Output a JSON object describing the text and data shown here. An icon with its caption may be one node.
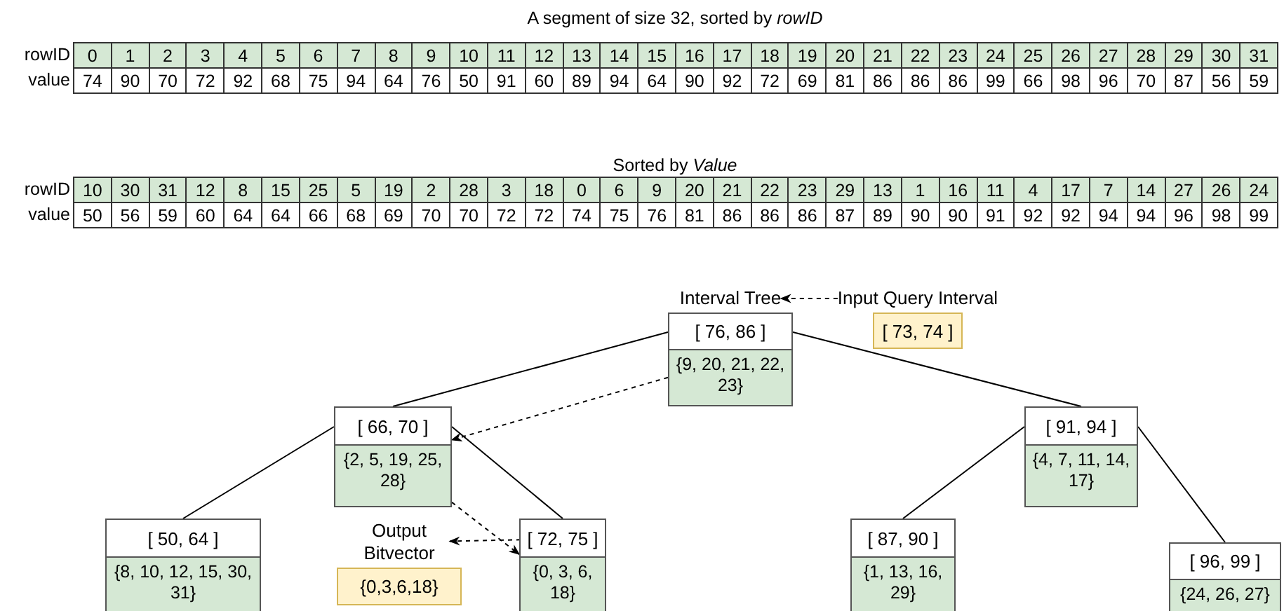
{
  "diagram": {
    "nodes": [
      {
        "text": [
          "Interval Tree",
          "[ 76, 86 ]",
          "{9, 20, 21, 22, 23}"
        ]
      },
      {
        "text": [
          "Input Query Interval",
          "[ 73, 74 ]"
        ]
      },
      {
        "text": [
          "[ 66, 70 ]",
          "{2, 5, 19, 25, 28}"
        ]
      },
      {
        "text": [
          "[ 91, 94 ]",
          "{4, 7, 11, 14, 17}"
        ]
      },
      {
        "text": [
          "[ 50, 64 ]",
          "{8, 10, 12, 15, 30, 31}"
        ]
      },
      {
        "text": [
          "Output Bitvector",
          "{0,3,6,18}"
        ]
      },
      {
        "text": [
          "[ 72, 75 ]",
          "{0, 3, 6, 18}"
        ]
      },
      {
        "text": [
          "[ 87, 90 ]",
          "{1, 13, 16, 29}"
        ]
      },
      {
        "text": [
          "[ 96, 99 ]",
          "{24, 26, 27}"
        ]
      }
    ],
    "edges": [
      {
        "from": 0,
        "to": 2,
        "arrow": "none"
      },
      {
        "from": 0,
        "to": 3,
        "arrow": "none"
      },
      {
        "from": 2,
        "to": 4,
        "arrow": "none"
      },
      {
        "from": 2,
        "to": 6,
        "arrow": "none"
      },
      {
        "from": 3,
        "to": 7,
        "arrow": "none"
      },
      {
        "from": 3,
        "to": 8,
        "arrow": "none"
      },
      {
        "from": 1,
        "to": 0,
        "arrow": "to",
        "style": "dashed"
      },
      {
        "from": 0,
        "to": 2,
        "arrow": "to",
        "style": "dashed"
      },
      {
        "from": 2,
        "to": 6,
        "arrow": "to",
        "style": "dashed"
      },
      {
        "from": 6,
        "to": 5,
        "arrow": "to",
        "style": "dashed"
      }
    ],
    "labels": [
      "A segment of size 32, sorted by *rowID*",
      "rowID",
      "0",
      "1",
      "2",
      "3",
      "4",
      "5",
      "6",
      "7",
      "8",
      "9",
      "10",
      "11",
      "12",
      "13",
      "14",
      "15",
      "16",
      "17",
      "18",
      "19",
      "20",
      "21",
      "22",
      "23",
      "24",
      "25",
      "26",
      "27",
      "28",
      "29",
      "30",
      "31",
      "value",
      "74",
      "90",
      "70",
      "72",
      "92",
      "68",
      "75",
      "94",
      "64",
      "76",
      "50",
      "91",
      "60",
      "89",
      "94",
      "64",
      "90",
      "92",
      "72",
      "69",
      "81",
      "86",
      "86",
      "86",
      "99",
      "66",
      "98",
      "96",
      "70",
      "87",
      "56",
      "59",
      "Sorted by *Value*",
      "rowID",
      "10",
      "30",
      "31",
      "12",
      "8",
      "15",
      "25",
      "5",
      "19",
      "2",
      "28",
      "3",
      "18",
      "0",
      "6",
      "9",
      "20",
      "21",
      "22",
      "23",
      "29",
      "13",
      "1",
      "16",
      "11",
      "4",
      "17",
      "7",
      "14",
      "27",
      "26",
      "24",
      "value",
      "50",
      "56",
      "59",
      "60",
      "64",
      "64",
      "66",
      "68",
      "69",
      "70",
      "70",
      "72",
      "72",
      "74",
      "75",
      "76",
      "81",
      "86",
      "86",
      "86",
      "87",
      "89",
      "90",
      "90",
      "91",
      "92",
      "92",
      "94",
      "94",
      "96",
      "98",
      "99"
    ]
  }
}
